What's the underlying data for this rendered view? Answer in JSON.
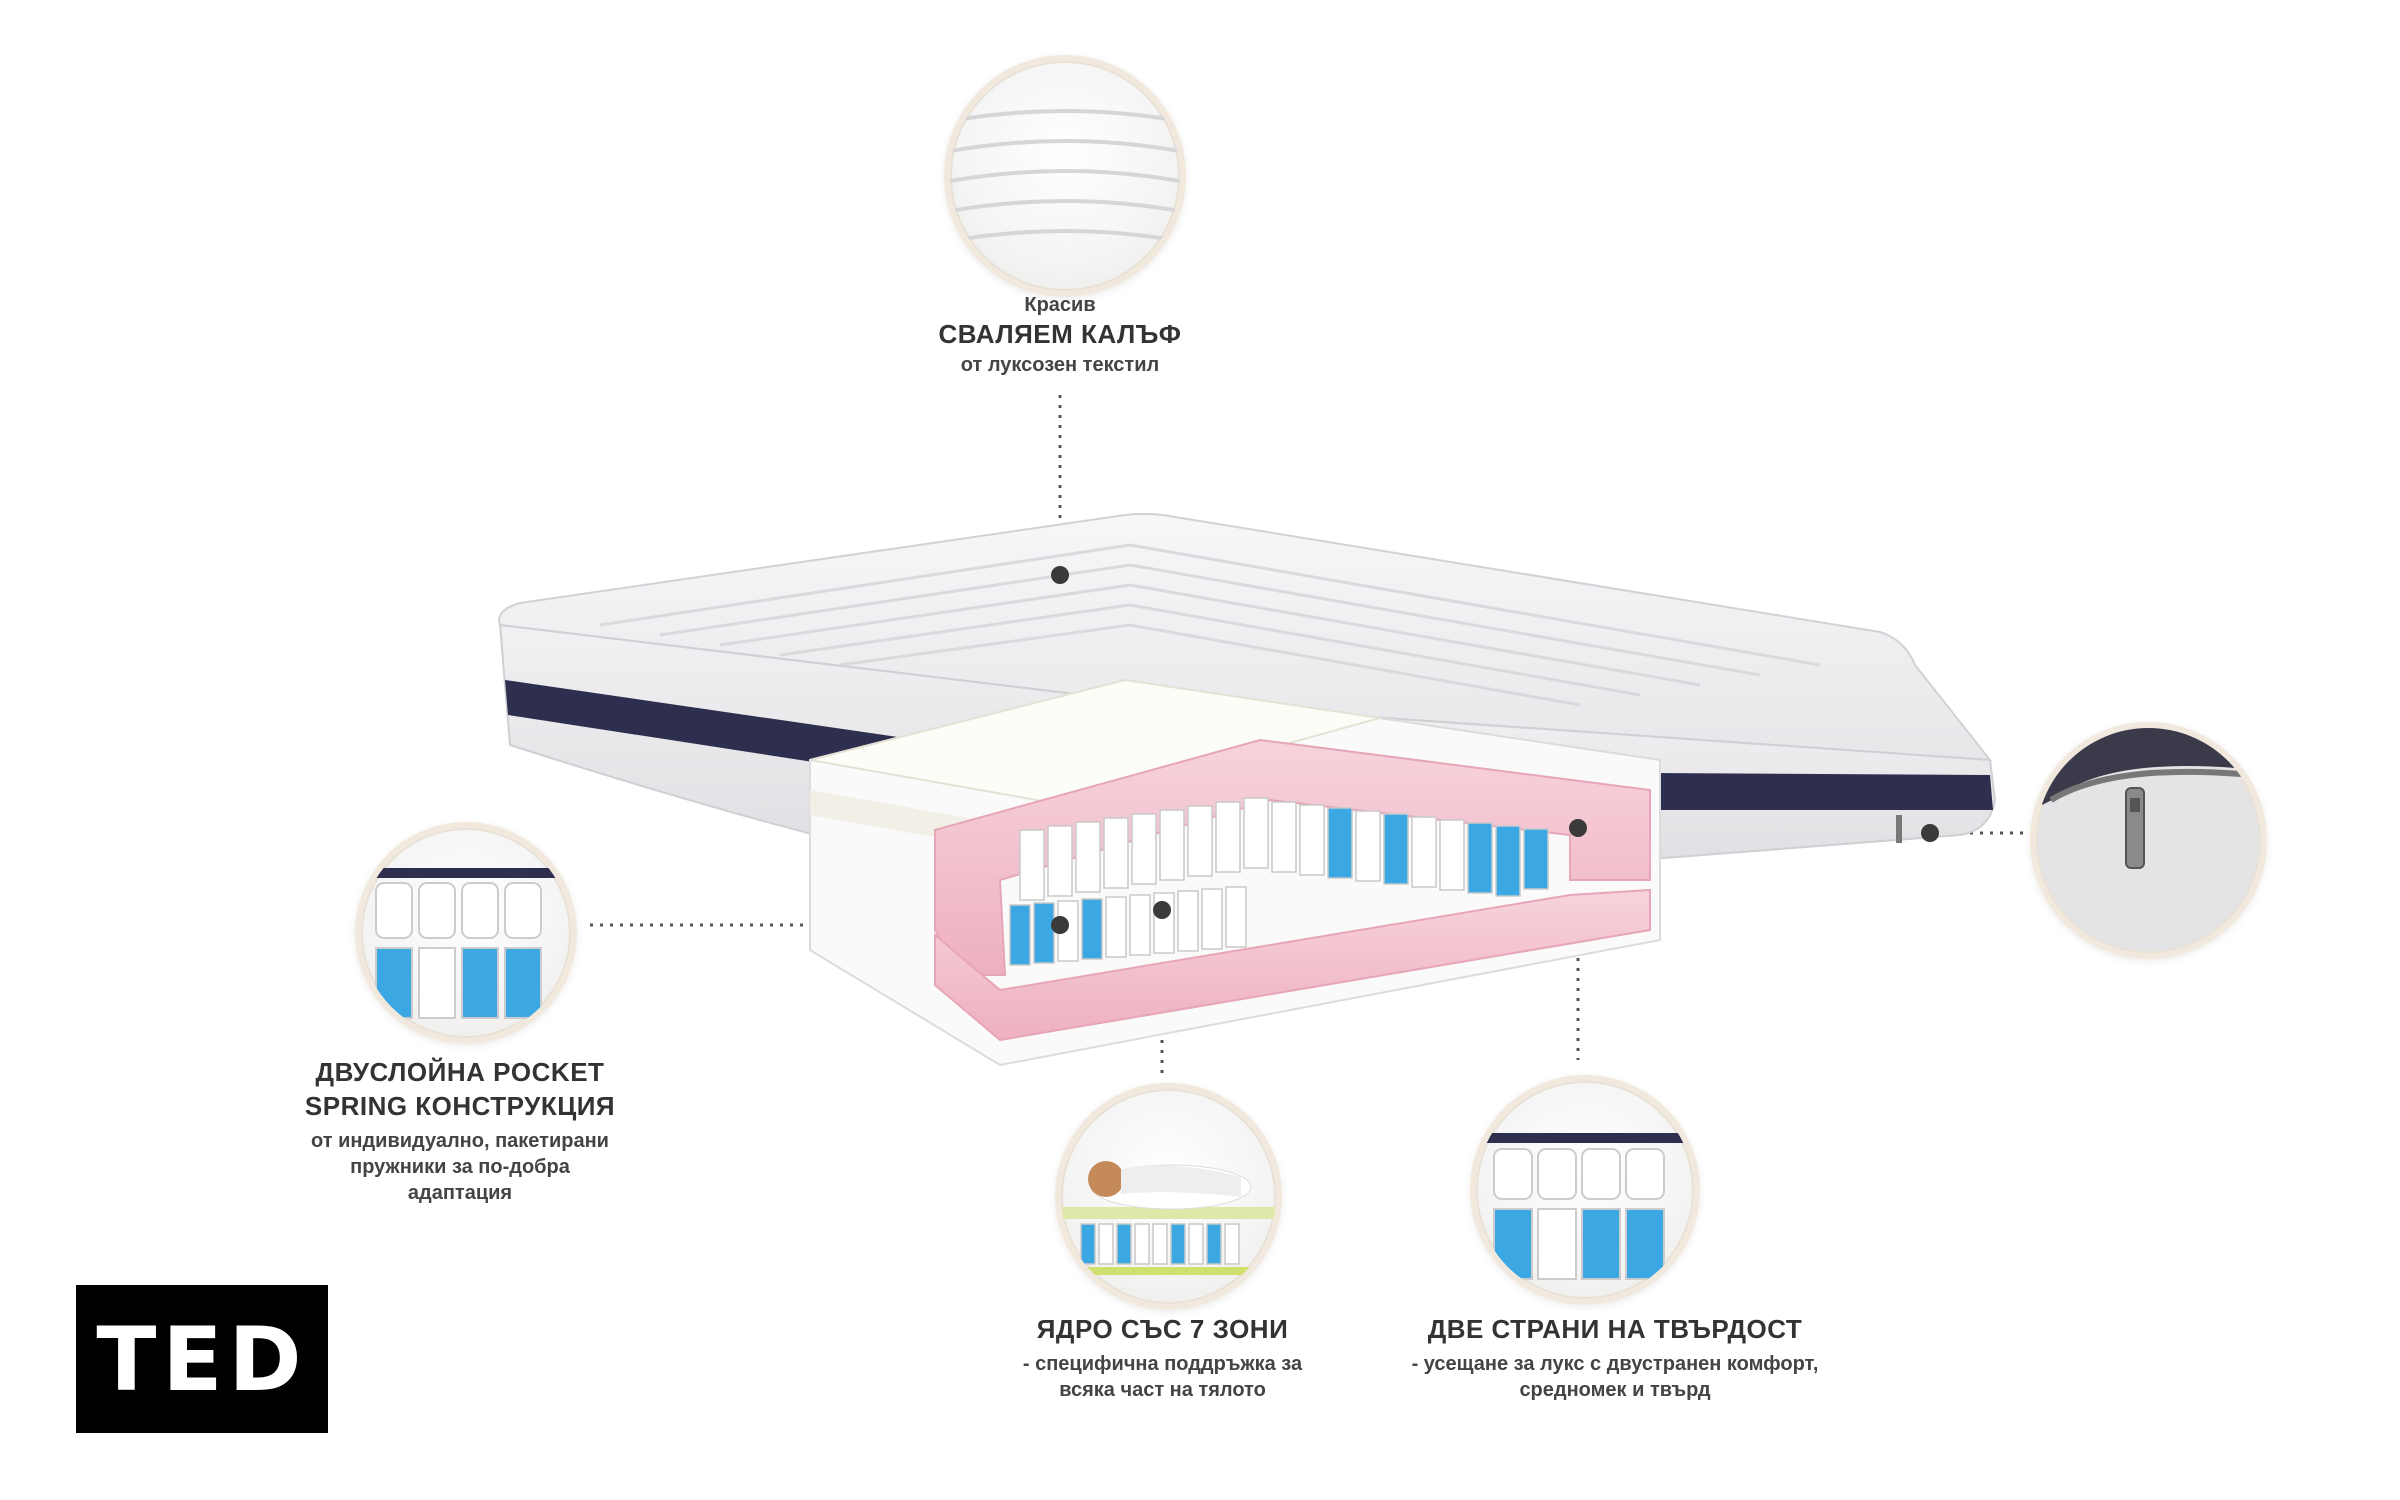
{
  "logo": {
    "text": "TED"
  },
  "callouts": {
    "cover": {
      "line1": "Красив",
      "line2": "СВАЛЯЕМ КАЛЪФ",
      "line3": "от луксозен текстил"
    },
    "pocket": {
      "title1": "ДВУСЛОЙНА POCKET",
      "title2": "SPRING КОНСТРУКЦИЯ",
      "desc1": "от индивидуално, пакетирани",
      "desc2": "пружники за по-добра",
      "desc3": "адаптация"
    },
    "zones": {
      "title": "ЯДРО СЪС 7 ЗОНИ",
      "desc1": "- специфична поддръжка за",
      "desc2": "всяка част на тялото"
    },
    "sides": {
      "title": "ДВЕ СТРАНИ НА ТВЪРДОСТ",
      "desc1": "- усещане за лукс с двустранен комфорт,",
      "desc2": "средномек и твърд"
    }
  },
  "colors": {
    "navy_band": "#2e2f4f",
    "pink_foam": "#f4c6d2",
    "blue_spring": "#3ba7e3",
    "logo_bg": "#000000"
  }
}
